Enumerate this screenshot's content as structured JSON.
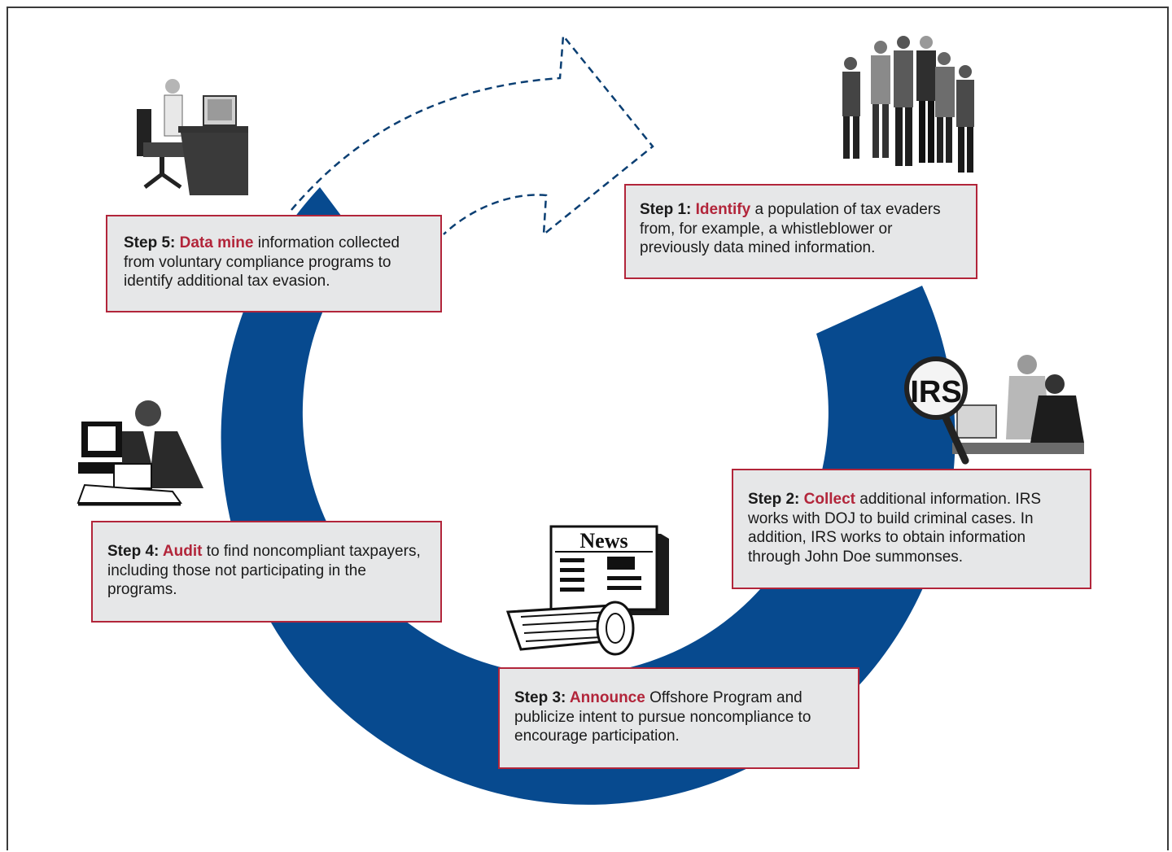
{
  "colors": {
    "ring": "#074a8f",
    "accent": "#b2253a",
    "box_fill": "#e6e7e8",
    "arrow": "#0b3f73"
  },
  "steps": [
    {
      "label": "Step 1:",
      "keyword": "Identify",
      "text": " a population of tax evaders from, for example, a whistleblower or previously data mined information.",
      "icon": "crowd-of-people-icon"
    },
    {
      "label": "Step 2:",
      "keyword": "Collect",
      "text": " additional information. IRS works with DOJ to build criminal cases.  In addition, IRS works to obtain information through John Doe summonses.",
      "icon": "irs-investigators-icon"
    },
    {
      "label": "Step 3:",
      "keyword": "Announce",
      "text": " Offshore Program and publicize intent to pursue noncompliance to encourage participation.",
      "icon": "newspaper-icon"
    },
    {
      "label": "Step 4:",
      "keyword": "Audit",
      "text": " to find noncompliant taxpayers, including those not participating in the programs.",
      "icon": "auditor-at-desk-icon"
    },
    {
      "label": "Step 5:",
      "keyword": "Data mine",
      "text": " information collected from voluntary compliance programs to identify additional tax evasion.",
      "icon": "analyst-at-computer-icon"
    }
  ],
  "icons": {
    "irs_text": "IRS",
    "newspaper_text": "News"
  }
}
